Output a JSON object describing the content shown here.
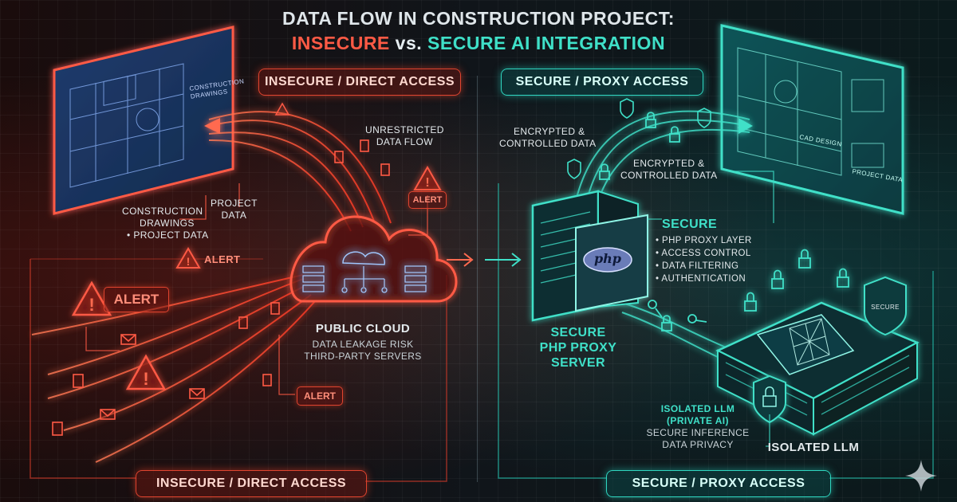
{
  "title": {
    "line1": "DATA FLOW IN CONSTRUCTION PROJECT:",
    "insecure": "INSECURE",
    "vs": "vs.",
    "secure_ai": "SECURE AI INTEGRATION"
  },
  "left": {
    "header_pill": "INSECURE / DIRECT ACCESS",
    "footer_pill": "INSECURE / DIRECT ACCESS",
    "monitor_labels": [
      "CONSTRUCTION",
      "DRAWINGS"
    ],
    "construction_drawings": [
      "CONSTRUCTION",
      "DRAWINGS",
      "• PROJECT DATA"
    ],
    "project_data": [
      "PROJECT",
      "DATA"
    ],
    "unrestricted": [
      "UNRESTRICTED",
      "DATA FLOW"
    ],
    "alerts": [
      "ALERT",
      "ALERT",
      "ALERT",
      "ALERT"
    ],
    "cloud_title": "PUBLIC CLOUD",
    "cloud_lines": [
      "DATA LEAKAGE RISK",
      "THIRD-PARTY SERVERS"
    ]
  },
  "right": {
    "header_pill": "SECURE / PROXY ACCESS",
    "footer_pill": "SECURE / PROXY ACCESS",
    "encrypted_1": [
      "ENCRYPTED &",
      "CONTROLLED DATA"
    ],
    "encrypted_2": [
      "ENCRYPTED &",
      "CONTROLLED DATA"
    ],
    "monitor_labels": [
      "CAD DESIGN",
      "PROJECT DATA"
    ],
    "secure_title": "SECURE",
    "secure_items": [
      "• PHP PROXY LAYER",
      "• ACCESS CONTROL",
      "• DATA FILTERING",
      "• AUTHENTICATION"
    ],
    "php_logo": "php",
    "proxy_title": [
      "SECURE",
      "PHP PROXY",
      "SERVER"
    ],
    "shield_label": "SECURE",
    "isolated_llm_block": [
      "ISOLATED LLM",
      "(PRIVATE AI)"
    ],
    "isolated_llm_lines": [
      "SECURE INFERENCE",
      "DATA PRIVACY"
    ],
    "isolated_llm_title": "ISOLATED LLM"
  },
  "colors": {
    "insecure_accent": "#ff5a45",
    "secure_accent": "#3fe0c8",
    "background": "#0b1217"
  },
  "icons": [
    "warning-triangle-icon",
    "document-icon",
    "envelope-icon",
    "lock-icon",
    "shield-icon",
    "key-icon",
    "cloud-icon",
    "server-icon",
    "sparkle-icon"
  ]
}
